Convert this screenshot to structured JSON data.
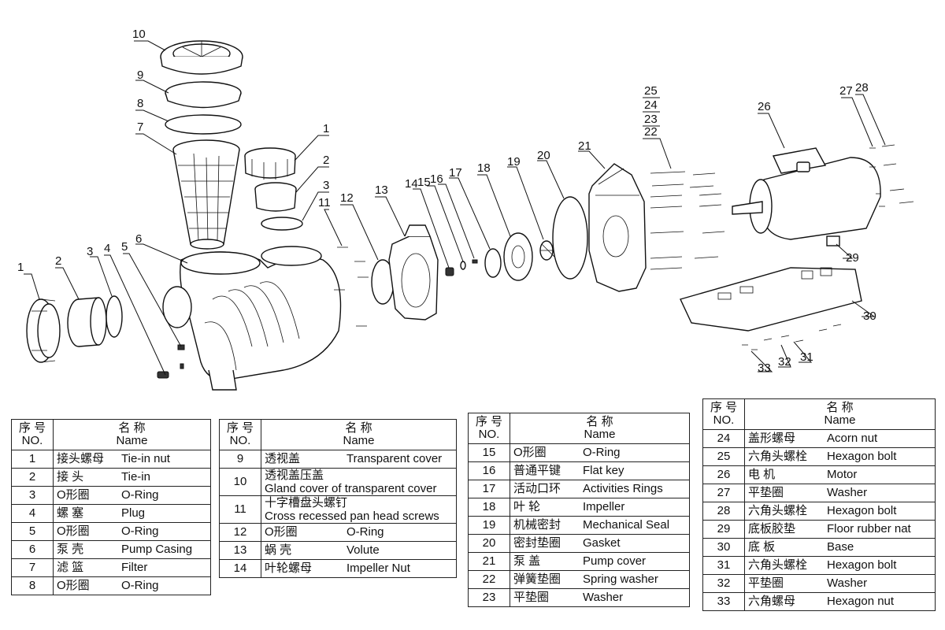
{
  "diagram": {
    "callouts": [
      "1",
      "2",
      "3",
      "4",
      "5",
      "6",
      "7",
      "8",
      "9",
      "10",
      "11",
      "12",
      "13",
      "14",
      "15",
      "16",
      "17",
      "18",
      "19",
      "20",
      "21",
      "22",
      "23",
      "24",
      "25",
      "26",
      "27",
      "28",
      "29",
      "30",
      "31",
      "32",
      "33",
      "1",
      "2",
      "3"
    ]
  },
  "header": {
    "cn": "序 号",
    "no": "NO.",
    "name_cn": "名 称",
    "name_en": "Name"
  },
  "tables": [
    [
      {
        "no": "1",
        "cn": "接头螺母",
        "en": "Tie-in nut"
      },
      {
        "no": "2",
        "cn": "接 头",
        "en": "Tie-in"
      },
      {
        "no": "3",
        "cn": "O形圈",
        "en": "O-Ring"
      },
      {
        "no": "4",
        "cn": "螺 塞",
        "en": "Plug"
      },
      {
        "no": "5",
        "cn": "O形圈",
        "en": "O-Ring"
      },
      {
        "no": "6",
        "cn": "泵 壳",
        "en": "Pump Casing"
      },
      {
        "no": "7",
        "cn": "滤 篮",
        "en": "Filter"
      },
      {
        "no": "8",
        "cn": "O形圈",
        "en": "O-Ring"
      }
    ],
    [
      {
        "no": "9",
        "cn": "透视盖",
        "en": "Transparent cover"
      },
      {
        "no": "10",
        "cn": "透视盖压盖",
        "en": "Gland cover of transparent cover"
      },
      {
        "no": "11",
        "cn": "十字槽盘头螺钉",
        "en": "Cross recessed pan head screws"
      },
      {
        "no": "12",
        "cn": "O形圈",
        "en": "O-Ring"
      },
      {
        "no": "13",
        "cn": "蜗 壳",
        "en": "Volute"
      },
      {
        "no": "14",
        "cn": "叶轮螺母",
        "en": "Impeller Nut"
      }
    ],
    [
      {
        "no": "15",
        "cn": "O形圈",
        "en": "O-Ring"
      },
      {
        "no": "16",
        "cn": "普通平键",
        "en": "Flat key"
      },
      {
        "no": "17",
        "cn": "活动口环",
        "en": "Activities Rings"
      },
      {
        "no": "18",
        "cn": "叶 轮",
        "en": "Impeller"
      },
      {
        "no": "19",
        "cn": "机械密封",
        "en": "Mechanical Seal"
      },
      {
        "no": "20",
        "cn": "密封垫圈",
        "en": "Gasket"
      },
      {
        "no": "21",
        "cn": "泵 盖",
        "en": "Pump cover"
      },
      {
        "no": "22",
        "cn": "弹簧垫圈",
        "en": "Spring washer"
      },
      {
        "no": "23",
        "cn": "平垫圈",
        "en": "Washer"
      }
    ],
    [
      {
        "no": "24",
        "cn": "盖形螺母",
        "en": "Acorn nut"
      },
      {
        "no": "25",
        "cn": "六角头螺栓",
        "en": "Hexagon bolt"
      },
      {
        "no": "26",
        "cn": "电 机",
        "en": "Motor"
      },
      {
        "no": "27",
        "cn": "平垫圈",
        "en": "Washer"
      },
      {
        "no": "28",
        "cn": "六角头螺栓",
        "en": "Hexagon bolt"
      },
      {
        "no": "29",
        "cn": "底板胶垫",
        "en": "Floor rubber nat"
      },
      {
        "no": "30",
        "cn": "底 板",
        "en": "Base"
      },
      {
        "no": "31",
        "cn": "六角头螺栓",
        "en": "Hexagon bolt"
      },
      {
        "no": "32",
        "cn": "平垫圈",
        "en": "Washer"
      },
      {
        "no": "33",
        "cn": "六角螺母",
        "en": "Hexagon nut"
      }
    ]
  ]
}
